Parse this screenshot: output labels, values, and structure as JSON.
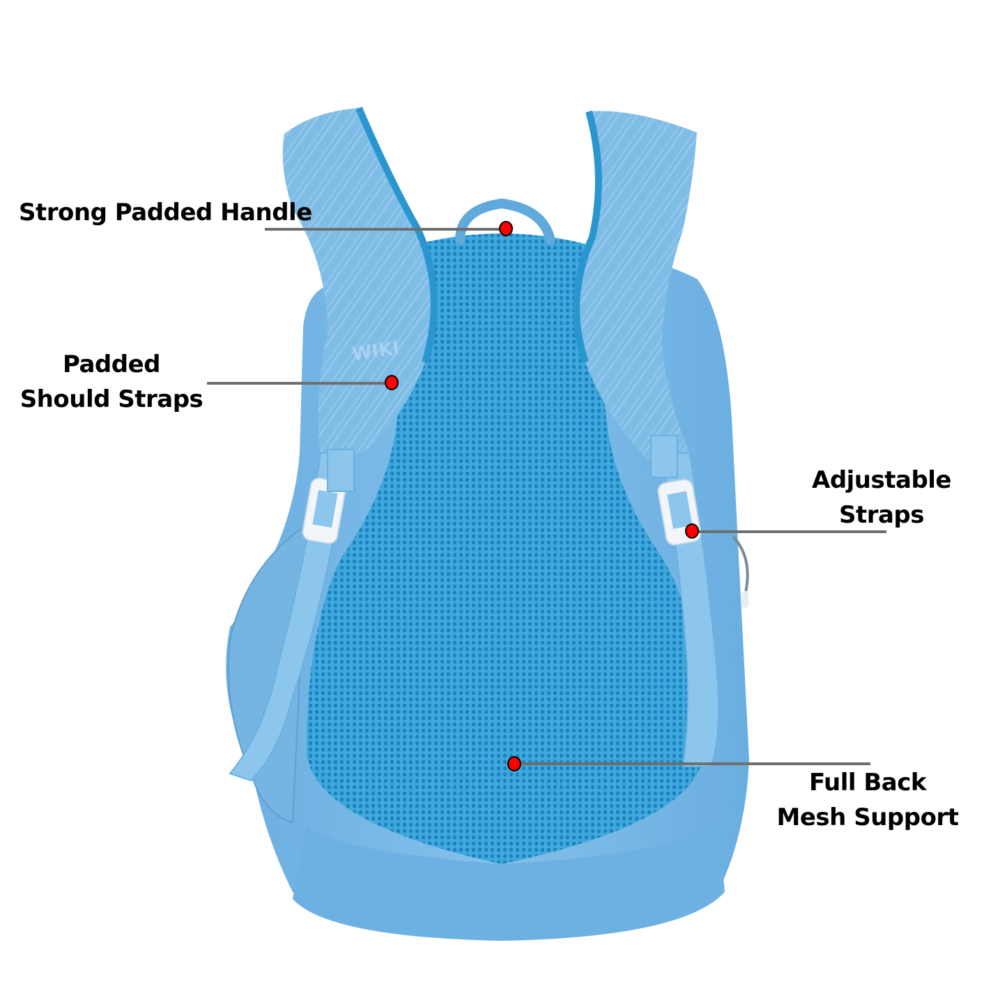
{
  "image": {
    "subject": "light blue backpack, rear view",
    "brand_mark": "WIKI",
    "colors": {
      "body": "#7cb8e4",
      "body_shade": "#5ea3d6",
      "mesh": "#3aa6dc",
      "mesh_dark": "#1e86c0",
      "strap": "#8cc6ec",
      "buckle": "#f2f6fa",
      "leader_line": "#6e6e6e",
      "marker": "#ff0000",
      "text": "#000000"
    }
  },
  "callouts": [
    {
      "id": "handle",
      "lines": [
        "Strong Padded Handle"
      ]
    },
    {
      "id": "shoulder-straps",
      "lines": [
        "Padded",
        "Should Straps"
      ]
    },
    {
      "id": "adjustable-straps",
      "lines": [
        "Adjustable",
        "Straps"
      ]
    },
    {
      "id": "back-mesh",
      "lines": [
        "Full Back",
        "Mesh Support"
      ]
    }
  ]
}
